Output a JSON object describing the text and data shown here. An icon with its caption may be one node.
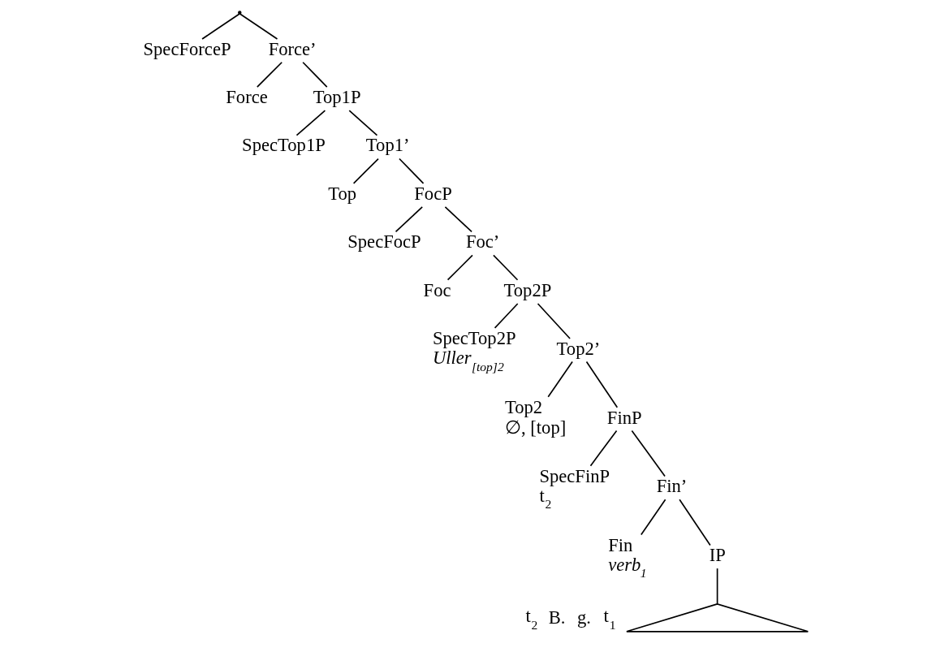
{
  "diagram": {
    "nodes": [
      {
        "text": [],
        "shape": "point"
      },
      {
        "text": [
          "SpecForceP"
        ]
      },
      {
        "text": [
          "Force’"
        ]
      },
      {
        "text": [
          "Force"
        ]
      },
      {
        "text": [
          "Top1P"
        ]
      },
      {
        "text": [
          "SpecTop1P"
        ]
      },
      {
        "text": [
          "Top1’"
        ]
      },
      {
        "text": [
          "Top"
        ]
      },
      {
        "text": [
          "FocP"
        ]
      },
      {
        "text": [
          "SpecFocP"
        ]
      },
      {
        "text": [
          "Foc’"
        ]
      },
      {
        "text": [
          "Foc"
        ]
      },
      {
        "text": [
          "Top2P"
        ]
      },
      {
        "text": [
          "SpecTop2P",
          "Uller$_{[top]2}$"
        ]
      },
      {
        "text": [
          "Top2’"
        ]
      },
      {
        "text": [
          "Top2",
          "∅, [top]"
        ]
      },
      {
        "text": [
          "FinP"
        ]
      },
      {
        "text": [
          "SpecFinP",
          "t$_{2}$"
        ]
      },
      {
        "text": [
          "Fin’"
        ]
      },
      {
        "text": [
          "Fin",
          "verb$_{1}$"
        ]
      },
      {
        "text": [
          "IP"
        ]
      },
      {
        "text": [],
        "shape": "triangle",
        "beside": [
          "t$_{2}$",
          "B.",
          "g.",
          "t$_{1}$"
        ]
      }
    ],
    "edges": [
      {
        "from": 0,
        "to": 1,
        "arrow": "none"
      },
      {
        "from": 0,
        "to": 2,
        "arrow": "none"
      },
      {
        "from": 2,
        "to": 3,
        "arrow": "none"
      },
      {
        "from": 2,
        "to": 4,
        "arrow": "none"
      },
      {
        "from": 4,
        "to": 5,
        "arrow": "none"
      },
      {
        "from": 4,
        "to": 6,
        "arrow": "none"
      },
      {
        "from": 6,
        "to": 7,
        "arrow": "none"
      },
      {
        "from": 6,
        "to": 8,
        "arrow": "none"
      },
      {
        "from": 8,
        "to": 9,
        "arrow": "none"
      },
      {
        "from": 8,
        "to": 10,
        "arrow": "none"
      },
      {
        "from": 10,
        "to": 11,
        "arrow": "none"
      },
      {
        "from": 10,
        "to": 12,
        "arrow": "none"
      },
      {
        "from": 12,
        "to": 13,
        "arrow": "none"
      },
      {
        "from": 12,
        "to": 14,
        "arrow": "none"
      },
      {
        "from": 14,
        "to": 15,
        "arrow": "none"
      },
      {
        "from": 14,
        "to": 16,
        "arrow": "none"
      },
      {
        "from": 16,
        "to": 17,
        "arrow": "none"
      },
      {
        "from": 16,
        "to": 18,
        "arrow": "none"
      },
      {
        "from": 18,
        "to": 19,
        "arrow": "none"
      },
      {
        "from": 18,
        "to": 20,
        "arrow": "none"
      },
      {
        "from": 20,
        "to": 21,
        "arrow": "none"
      }
    ]
  }
}
